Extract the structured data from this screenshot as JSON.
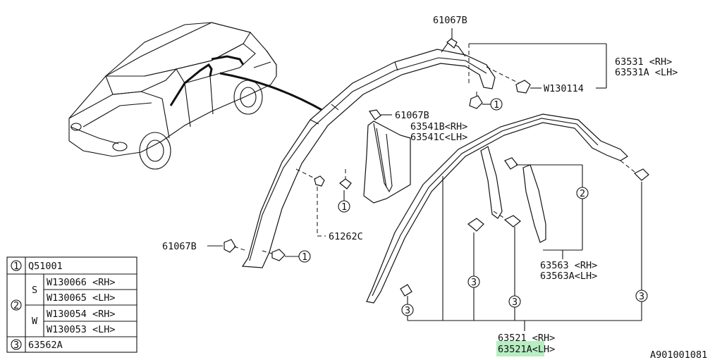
{
  "labels": {
    "clip_top": "61067B",
    "clip_mid": "61067B",
    "clip_left": "61067B",
    "mold_rh": "63531  <RH>",
    "mold_lh": "63531A <LH>",
    "w130114": "W130114",
    "cover_rh": "63541B<RH>",
    "cover_lh": "63541C<LH>",
    "p61262c": "61262C",
    "side_rh": "63563  <RH>",
    "side_lh": "63563A<LH>",
    "main_rh": "63521  <RH>",
    "main_lh": "63521A<LH>",
    "code": "A901001081"
  },
  "callouts": {
    "one": "1",
    "two": "2",
    "three": "3"
  },
  "legend": {
    "row1_num": "1",
    "row1_part": "Q51001",
    "row2_num": "2",
    "s": "S",
    "w": "W",
    "s_rh": "W130066 <RH>",
    "s_lh": "W130065 <LH>",
    "w_rh": "W130054 <RH>",
    "w_lh": "W130053 <LH>",
    "row3_num": "3",
    "row3_part": "63562A"
  },
  "colors": {
    "highlight": "#b7eec2",
    "ink": "#111111"
  }
}
